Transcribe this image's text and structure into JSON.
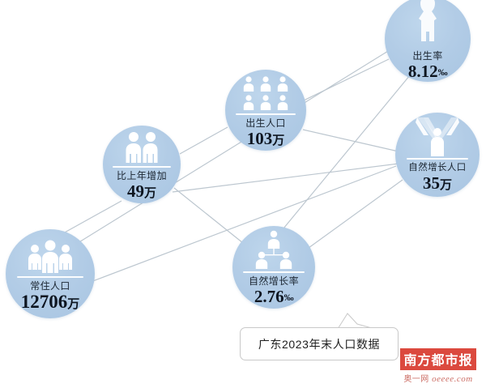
{
  "infographic": {
    "caption": "广东2023年末人口数据",
    "background_color": "#ffffff",
    "node_color": "#b2cce6",
    "link_color": "#b9c4cd",
    "text_color": "#1c2733"
  },
  "nodes": [
    {
      "id": "resident",
      "label": "常住人口",
      "value": "12706",
      "unit": "万",
      "icon": "three-people-icon"
    },
    {
      "id": "increase",
      "label": "比上年增加",
      "value": "49",
      "unit": "万",
      "icon": "two-people-icon"
    },
    {
      "id": "births",
      "label": "出生人口",
      "value": "103",
      "unit": "万",
      "icon": "people-group-icon"
    },
    {
      "id": "birthrate",
      "label": "出生率",
      "value": "8.12",
      "unit": "‰",
      "icon": "baby-icon"
    },
    {
      "id": "natgrowth",
      "label": "自然增长人口",
      "value": "35",
      "unit": "万",
      "icon": "person-arms-up-icon"
    },
    {
      "id": "natrate",
      "label": "自然增长率",
      "value": "2.76",
      "unit": "‰",
      "icon": "family-tree-icon"
    }
  ],
  "watermark": {
    "brand": "南方都市报",
    "site_cn": "奥一网",
    "site_url": "oeeee.com"
  }
}
